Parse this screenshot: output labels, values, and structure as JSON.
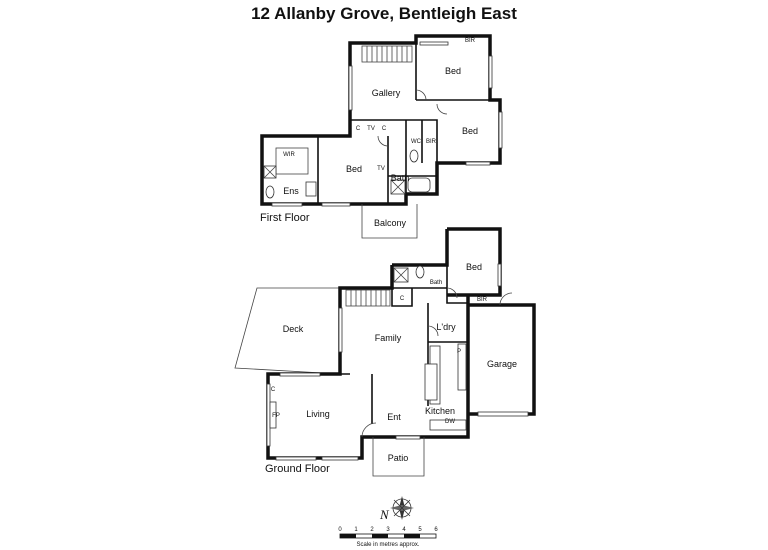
{
  "title": "12 Allanby Grove, Bentleigh East",
  "floors": {
    "first": "First Floor",
    "ground": "Ground Floor"
  },
  "rooms": {
    "bed_ff_top": "Bed",
    "bir_ff_top": "BIR",
    "gallery": "Gallery",
    "bed_ff_right": "Bed",
    "c1": "C",
    "tv1": "TV",
    "c2": "C",
    "wc": "WC",
    "bir_ff_right": "BIR",
    "wir": "WIR",
    "ens": "Ens",
    "bed_ff_main": "Bed",
    "tv2": "TV",
    "bath_ff": "Bath",
    "balcony": "Balcony",
    "bed_gf": "Bed",
    "bath_gf": "Bath",
    "c_gf": "C",
    "bir_gf": "BIR",
    "deck": "Deck",
    "family": "Family",
    "ldry": "L'dry",
    "p": "P",
    "garage": "Garage",
    "c_living": "C",
    "fp": "FP",
    "living": "Living",
    "ent": "Ent",
    "kitchen": "Kitchen",
    "dw": "DW",
    "patio": "Patio"
  },
  "compass": {
    "north": "N"
  },
  "scale": {
    "ticks": [
      "0",
      "1",
      "2",
      "3",
      "4",
      "5",
      "6"
    ],
    "caption": "Scale in metres approx."
  }
}
